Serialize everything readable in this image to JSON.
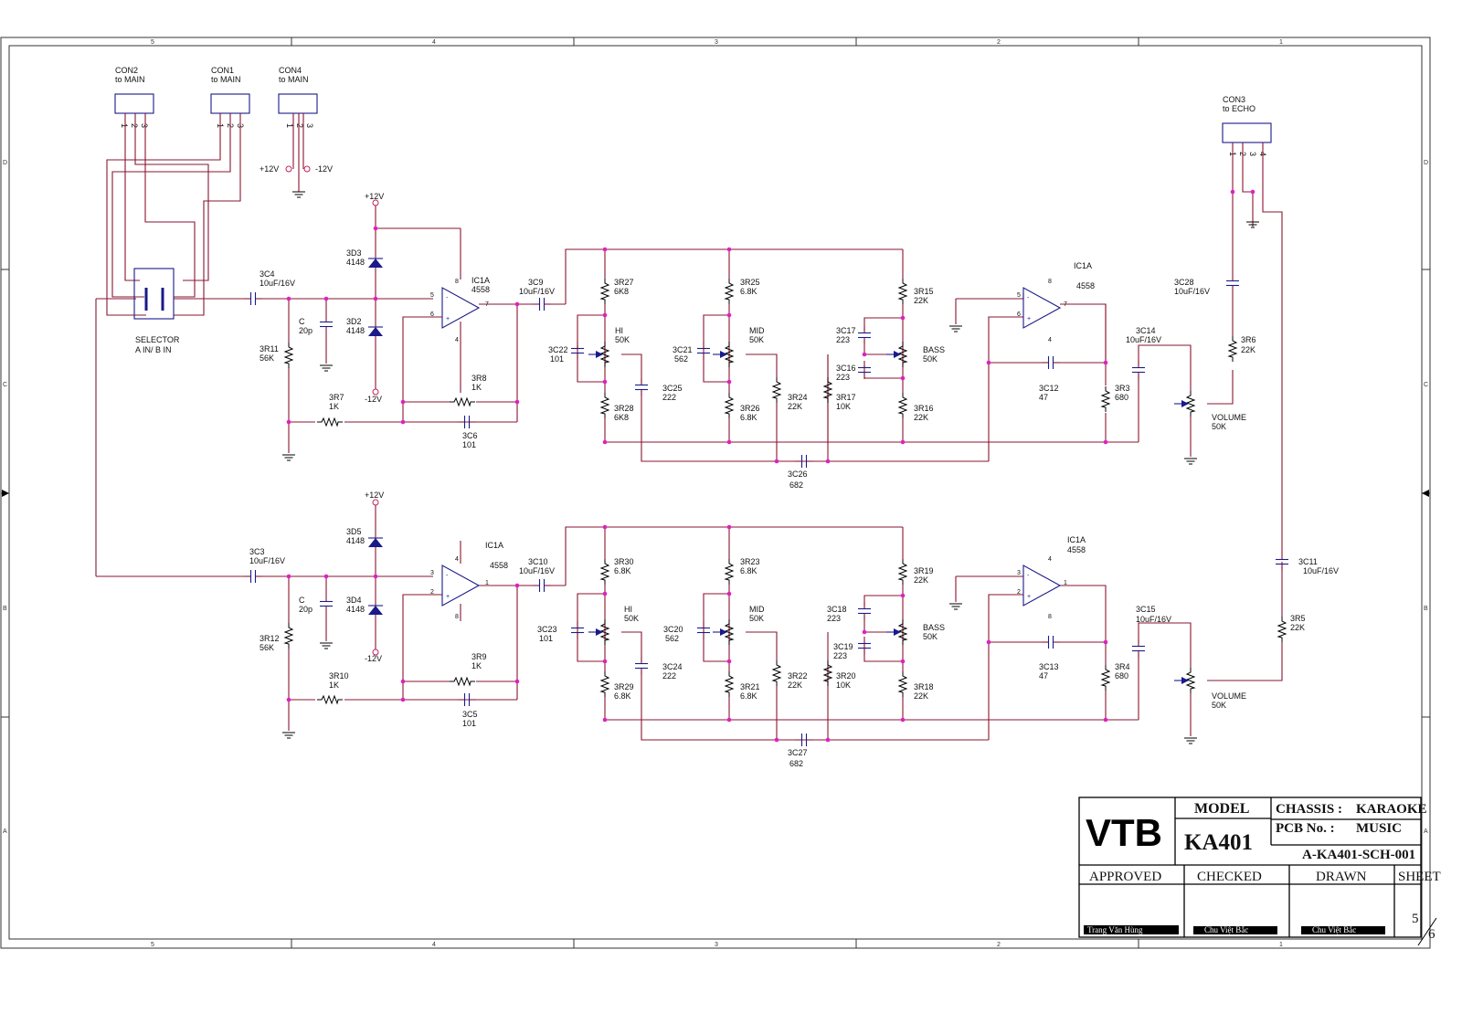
{
  "frame": {
    "zone_cols": [
      "5",
      "4",
      "3",
      "2",
      "1"
    ],
    "zone_rows": [
      "D",
      "C",
      "B",
      "A"
    ]
  },
  "connectors": [
    {
      "ref": "CON2",
      "desc": "to MAIN",
      "pins": [
        "1",
        "2",
        "3"
      ]
    },
    {
      "ref": "CON1",
      "desc": "to MAIN",
      "pins": [
        "1",
        "2",
        "3"
      ]
    },
    {
      "ref": "CON4",
      "desc": "to MAIN",
      "pins": [
        "1",
        "2",
        "3"
      ]
    },
    {
      "ref": "CON3",
      "desc": "to ECHO",
      "pins": [
        "1",
        "2",
        "3",
        "4"
      ]
    }
  ],
  "power": {
    "pos": "+12V",
    "neg": "-12V"
  },
  "selector": {
    "ref": "SELECTOR",
    "desc": "A IN/ B IN"
  },
  "labels": [
    {
      "id": "3C4",
      "text": "3C4"
    },
    {
      "id": "3C4v",
      "text": "10uF/16V"
    },
    {
      "id": "3C3",
      "text": "3C3"
    },
    {
      "id": "3C3v",
      "text": "10uF/16V"
    },
    {
      "id": "C1",
      "text": "C"
    },
    {
      "id": "C1v",
      "text": "20p"
    },
    {
      "id": "C2",
      "text": "C"
    },
    {
      "id": "C2v",
      "text": "20p"
    },
    {
      "id": "3R11",
      "text": "3R11"
    },
    {
      "id": "3R11v",
      "text": "56K"
    },
    {
      "id": "3R12",
      "text": "3R12"
    },
    {
      "id": "3R12v",
      "text": "56K"
    },
    {
      "id": "3D3",
      "text": "3D3"
    },
    {
      "id": "3D3v",
      "text": "4148"
    },
    {
      "id": "3D2",
      "text": "3D2"
    },
    {
      "id": "3D2v",
      "text": "4148"
    },
    {
      "id": "3D5",
      "text": "3D5"
    },
    {
      "id": "3D5v",
      "text": "4148"
    },
    {
      "id": "3D4",
      "text": "3D4"
    },
    {
      "id": "3D4v",
      "text": "4148"
    },
    {
      "id": "IC1",
      "text": "IC1A"
    },
    {
      "id": "IC1v",
      "text": "4558"
    },
    {
      "id": "IC2",
      "text": "IC1A"
    },
    {
      "id": "IC2v",
      "text": "4558"
    },
    {
      "id": "IC3",
      "text": "IC1A"
    },
    {
      "id": "IC3v",
      "text": "4558"
    },
    {
      "id": "IC4",
      "text": "IC1A"
    },
    {
      "id": "IC4v",
      "text": "4558"
    },
    {
      "id": "3R7",
      "text": "3R7"
    },
    {
      "id": "3R7v",
      "text": "1K"
    },
    {
      "id": "3R8",
      "text": "3R8"
    },
    {
      "id": "3R8v",
      "text": "1K"
    },
    {
      "id": "3C6",
      "text": "3C6"
    },
    {
      "id": "3C6v",
      "text": "101"
    },
    {
      "id": "3R10",
      "text": "3R10"
    },
    {
      "id": "3R10v",
      "text": "1K"
    },
    {
      "id": "3R9",
      "text": "3R9"
    },
    {
      "id": "3R9v",
      "text": "1K"
    },
    {
      "id": "3C5",
      "text": "3C5"
    },
    {
      "id": "3C5v",
      "text": "101"
    },
    {
      "id": "3C9",
      "text": "3C9"
    },
    {
      "id": "3C9v",
      "text": "10uF/16V"
    },
    {
      "id": "3C10",
      "text": "3C10"
    },
    {
      "id": "3C10v",
      "text": "10uF/16V"
    },
    {
      "id": "3R27",
      "text": "3R27"
    },
    {
      "id": "3R27v",
      "text": "6K8"
    },
    {
      "id": "3R28",
      "text": "3R28"
    },
    {
      "id": "3R28v",
      "text": "6K8"
    },
    {
      "id": "3R30",
      "text": "3R30"
    },
    {
      "id": "3R30v",
      "text": "6.8K"
    },
    {
      "id": "3R29",
      "text": "3R29"
    },
    {
      "id": "3R29v",
      "text": "6.8K"
    },
    {
      "id": "3C22",
      "text": "3C22"
    },
    {
      "id": "3C22v",
      "text": "101"
    },
    {
      "id": "3C23",
      "text": "3C23"
    },
    {
      "id": "3C23v",
      "text": "101"
    },
    {
      "id": "HI1",
      "text": "HI"
    },
    {
      "id": "HI1v",
      "text": "50K"
    },
    {
      "id": "HI2",
      "text": "HI"
    },
    {
      "id": "HI2v",
      "text": "50K"
    },
    {
      "id": "3C25",
      "text": "3C25"
    },
    {
      "id": "3C25v",
      "text": "222"
    },
    {
      "id": "3C24",
      "text": "3C24"
    },
    {
      "id": "3C24v",
      "text": "222"
    },
    {
      "id": "3R25",
      "text": "3R25"
    },
    {
      "id": "3R25v",
      "text": "6.8K"
    },
    {
      "id": "3R26",
      "text": "3R26"
    },
    {
      "id": "3R26v",
      "text": "6.8K"
    },
    {
      "id": "3R23",
      "text": "3R23"
    },
    {
      "id": "3R23v",
      "text": "6.8K"
    },
    {
      "id": "3R21",
      "text": "3R21"
    },
    {
      "id": "3R21v",
      "text": "6.8K"
    },
    {
      "id": "3C21",
      "text": "3C21"
    },
    {
      "id": "3C21v",
      "text": "562"
    },
    {
      "id": "3C20",
      "text": "3C20"
    },
    {
      "id": "3C20v",
      "text": "562"
    },
    {
      "id": "MID1",
      "text": "MID"
    },
    {
      "id": "MID1v",
      "text": "50K"
    },
    {
      "id": "MID2",
      "text": "MID"
    },
    {
      "id": "MID2v",
      "text": "50K"
    },
    {
      "id": "3R24",
      "text": "3R24"
    },
    {
      "id": "3R24v",
      "text": "22K"
    },
    {
      "id": "3R22",
      "text": "3R22"
    },
    {
      "id": "3R22v",
      "text": "22K"
    },
    {
      "id": "3R17",
      "text": "3R17"
    },
    {
      "id": "3R17v",
      "text": "10K"
    },
    {
      "id": "3R20",
      "text": "3R20"
    },
    {
      "id": "3R20v",
      "text": "10K"
    },
    {
      "id": "3C17",
      "text": "3C17"
    },
    {
      "id": "3C17v",
      "text": "223"
    },
    {
      "id": "3C16",
      "text": "3C16"
    },
    {
      "id": "3C16v",
      "text": "223"
    },
    {
      "id": "3C18",
      "text": "3C18"
    },
    {
      "id": "3C18v",
      "text": "223"
    },
    {
      "id": "3C19",
      "text": "3C19"
    },
    {
      "id": "3C19v",
      "text": "223"
    },
    {
      "id": "BASS1",
      "text": "BASS"
    },
    {
      "id": "BASS1v",
      "text": "50K"
    },
    {
      "id": "BASS2",
      "text": "BASS"
    },
    {
      "id": "BASS2v",
      "text": "50K"
    },
    {
      "id": "3R15",
      "text": "3R15"
    },
    {
      "id": "3R15v",
      "text": "22K"
    },
    {
      "id": "3R16",
      "text": "3R16"
    },
    {
      "id": "3R16v",
      "text": "22K"
    },
    {
      "id": "3R19",
      "text": "3R19"
    },
    {
      "id": "3R19v",
      "text": "22K"
    },
    {
      "id": "3R18",
      "text": "3R18"
    },
    {
      "id": "3R18v",
      "text": "22K"
    },
    {
      "id": "3C26",
      "text": "3C26"
    },
    {
      "id": "3C26v",
      "text": "682"
    },
    {
      "id": "3C27",
      "text": "3C27"
    },
    {
      "id": "3C27v",
      "text": "682"
    },
    {
      "id": "3C12",
      "text": "3C12"
    },
    {
      "id": "3C12v",
      "text": "47"
    },
    {
      "id": "3C13",
      "text": "3C13"
    },
    {
      "id": "3C13v",
      "text": "47"
    },
    {
      "id": "3R3",
      "text": "3R3"
    },
    {
      "id": "3R3v",
      "text": "680"
    },
    {
      "id": "3R4",
      "text": "3R4"
    },
    {
      "id": "3R4v",
      "text": "680"
    },
    {
      "id": "3C14",
      "text": "3C14"
    },
    {
      "id": "3C14v",
      "text": "10uF/16V"
    },
    {
      "id": "3C15",
      "text": "3C15"
    },
    {
      "id": "3C15v",
      "text": "10uF/16V"
    },
    {
      "id": "VOL1",
      "text": "VOLUME"
    },
    {
      "id": "VOL1v",
      "text": "50K"
    },
    {
      "id": "VOL2",
      "text": "VOLUME"
    },
    {
      "id": "VOL2v",
      "text": "50K"
    },
    {
      "id": "3C28",
      "text": "3C28"
    },
    {
      "id": "3C28v",
      "text": "10uF/16V"
    },
    {
      "id": "3R6",
      "text": "3R6"
    },
    {
      "id": "3R6v",
      "text": "22K"
    },
    {
      "id": "3C11",
      "text": "3C11"
    },
    {
      "id": "3C11v",
      "text": "10uF/16V"
    },
    {
      "id": "3R5",
      "text": "3R5"
    },
    {
      "id": "3R5v",
      "text": "22K"
    }
  ],
  "title_block": {
    "logo": "VTB",
    "model_label": "MODEL",
    "model": "KA401",
    "chassis_label": "CHASSIS :",
    "chassis": "KARAOKE",
    "pcb_label": "PCB No. :",
    "pcb": "MUSIC",
    "doc_no": "A-KA401-SCH-001",
    "approved_label": "APPROVED",
    "checked_label": "CHECKED",
    "drawn_label": "DRAWN",
    "sheet_label": "SHEET",
    "sheet_num": "5",
    "sheet_total": "6",
    "approved_by": "Trang Văn Hùng",
    "checked_by": "Chu Việt Bắc",
    "drawn_by": "Chu Việt Bắc"
  },
  "colors": {
    "wire": "#8a1530",
    "component": "#1a1a8a",
    "junction": "#e020c0"
  }
}
